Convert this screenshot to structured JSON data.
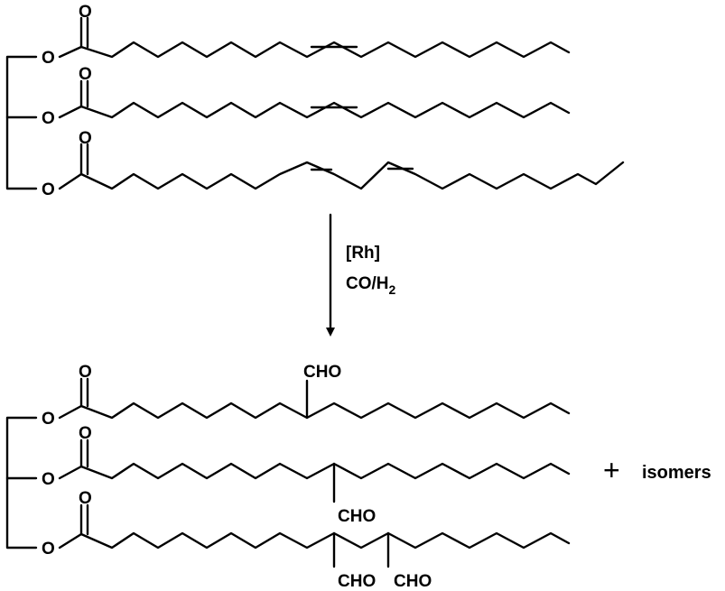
{
  "reaction": {
    "reagents": {
      "catalyst": "[Rh]",
      "gas": "CO/H2"
    },
    "atoms": {
      "oxygen": "O",
      "aldehyde": "CHO"
    },
    "plus": "+",
    "isomers": "isomers"
  }
}
